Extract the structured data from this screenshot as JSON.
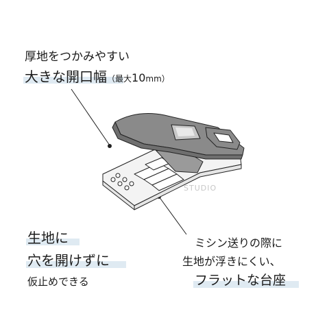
{
  "callouts": {
    "top": {
      "line1": "厚地をつかみやすい",
      "line2_main": "大きな開口幅",
      "line2_note_open": "（最大",
      "line2_note_value": "10",
      "line2_note_unit": "mm",
      "line2_note_close": "）"
    },
    "left": {
      "line1": "生地に",
      "line2": "穴を開けずに",
      "line3": "仮止めできる"
    },
    "right": {
      "line1": "ミシン送りの際に",
      "line2": "生地が浮きにくい、",
      "line3": "フラットな台座"
    }
  },
  "watermark": "STUDIO",
  "colors": {
    "highlight": "#dfeaf2",
    "clip_top": "#8a8a8a",
    "base": "#f2f2f2",
    "line": "#222222"
  }
}
